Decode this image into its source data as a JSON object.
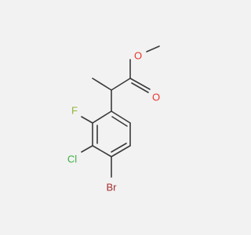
{
  "molecule": {
    "atoms": {
      "ester_o": "O",
      "carbonyl_o": "O",
      "fluorine": "F",
      "chlorine": "Cl",
      "bromine": "Br"
    }
  },
  "colors": {
    "background": "#f2f2f2",
    "bond": "#3a3a3a",
    "oxygen": "#e8342a",
    "fluorine": "#8fb63a",
    "chlorine": "#3cb043",
    "bromine": "#a52a2a"
  }
}
